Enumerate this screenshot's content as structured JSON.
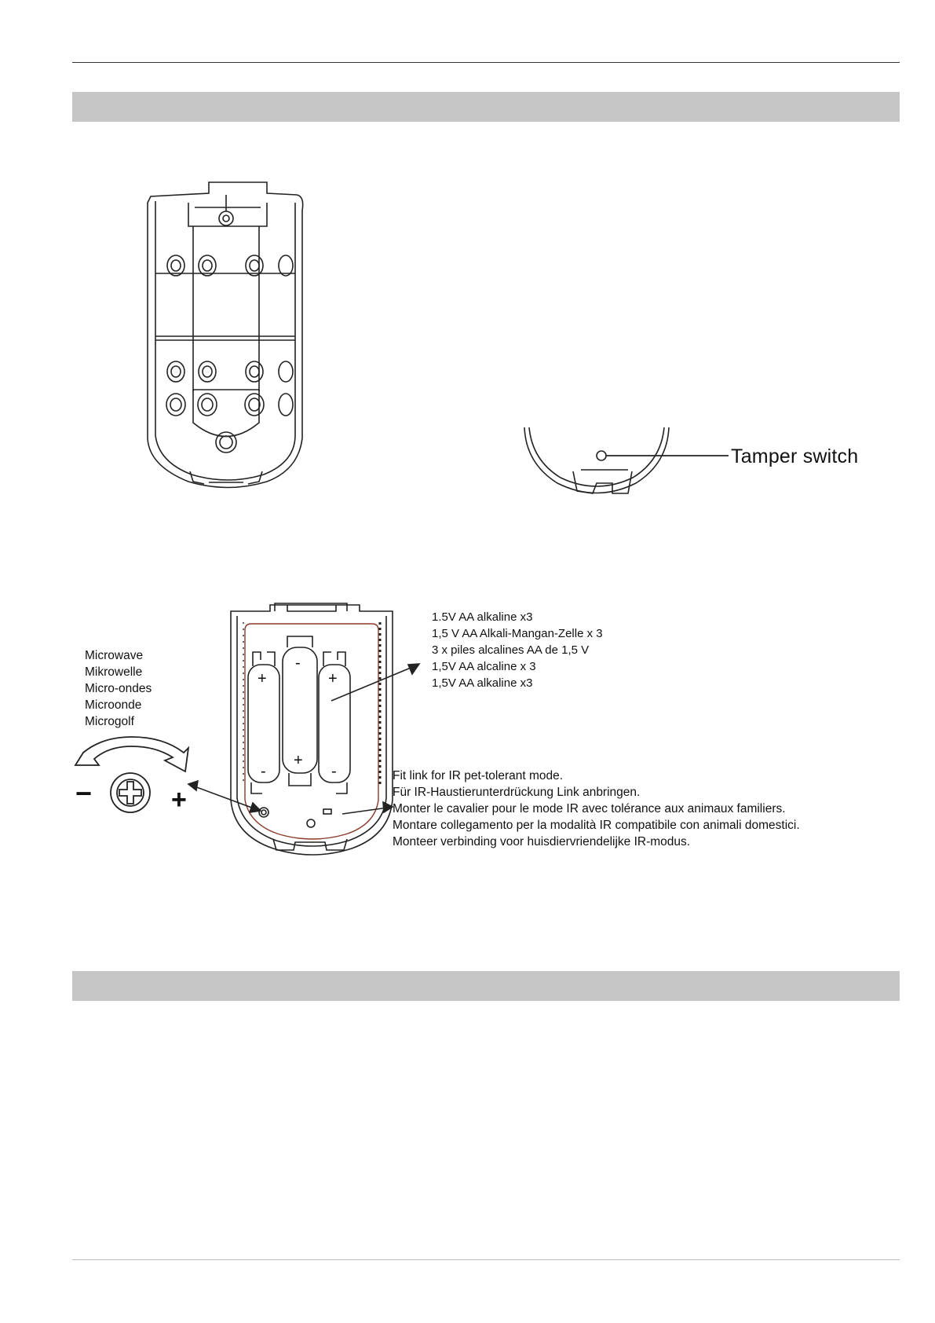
{
  "header_bars": {
    "top": "",
    "bottom": ""
  },
  "tamper": {
    "label": "Tamper switch"
  },
  "microwave": {
    "labels": [
      "Microwave",
      "Mikrowelle",
      "Micro-ondes",
      "Microonde",
      "Microgolf"
    ],
    "minus": "−",
    "plus": "+"
  },
  "battery": {
    "labels": [
      "1.5V AA alkaline x3",
      "1,5 V AA Alkali-Mangan-Zelle x 3",
      "3 x piles alcalines AA de 1,5 V",
      "1,5V AA alcaline x 3",
      "1,5V AA alkaline x3"
    ],
    "polarity": {
      "left_top": "+",
      "mid_top": "-",
      "right_top": "+",
      "left_bottom": "-",
      "mid_bottom": "+",
      "right_bottom": "-"
    }
  },
  "fit_link": {
    "labels": [
      "Fit link for IR pet-tolerant mode.",
      "Für IR-Haustierunterdrückung Link anbringen.",
      "Monter le cavalier pour le mode IR avec tolérance aux animaux familiers.",
      "Montare collegamento per la modalità IR compatibile con animali domestici.",
      "Monteer verbinding voor huisdiervriendelijke IR-modus."
    ]
  },
  "colors": {
    "bar": "#c6c6c6",
    "line": "#222222",
    "board_outline": "#8b3a2a"
  }
}
